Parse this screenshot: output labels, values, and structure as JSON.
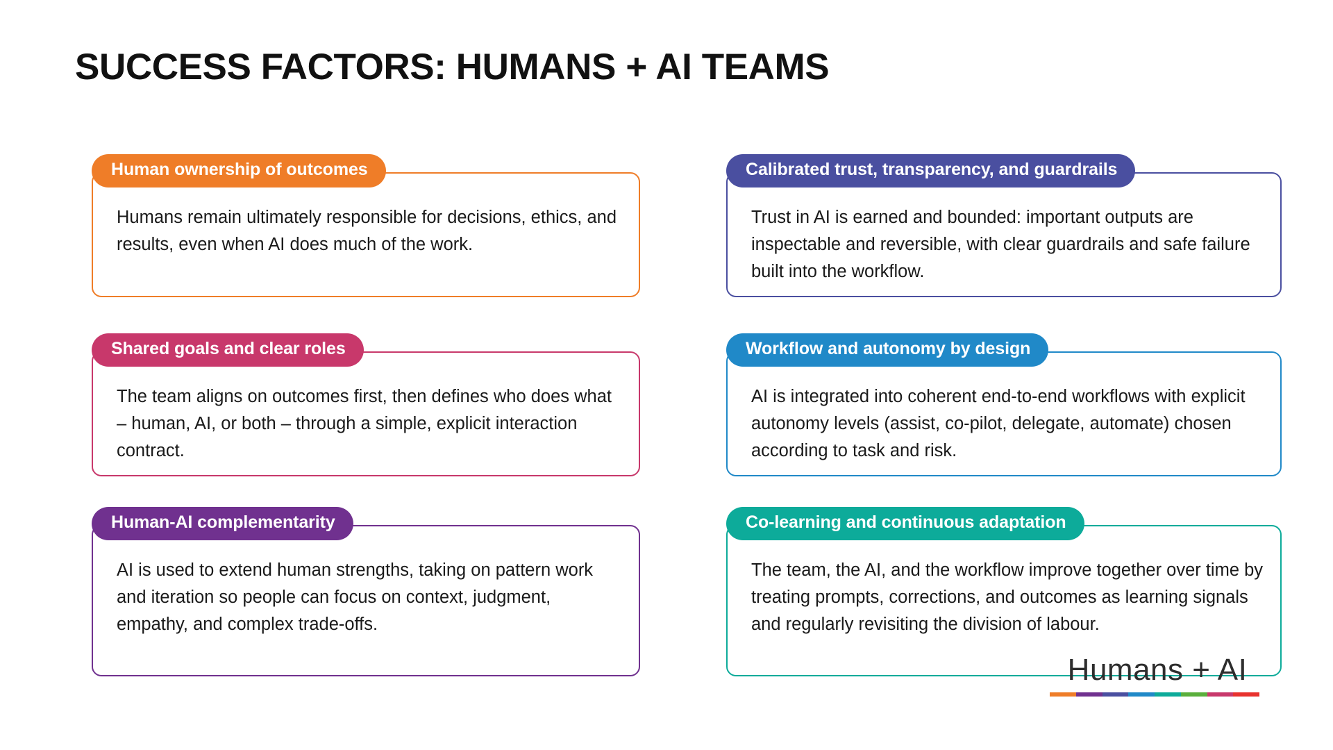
{
  "page": {
    "title": "SUCCESS FACTORS: HUMANS + AI TEAMS",
    "background": "#FFFFFF"
  },
  "cards": [
    {
      "id": "human-ownership-of-outcomes",
      "header": "Human ownership of outcomes",
      "body": "Humans remain ultimately responsible for decisions, ethics, and results, even when AI does much of the work.",
      "color": "#EF7D28",
      "column": "left",
      "row": 1
    },
    {
      "id": "calibrated-trust-transparency-and-guardrails",
      "header": "Calibrated trust, transparency, and guardrails",
      "body": "Trust in AI is earned and bounded: important outputs are inspectable and reversible, with clear guardrails and safe failure built into the workflow.",
      "color": "#4A4FA0",
      "column": "right",
      "row": 1
    },
    {
      "id": "shared-goals-and-clear-roles",
      "header": "Shared goals and clear roles",
      "body": "The team aligns on outcomes first, then defines who does what – human, AI, or both – through a simple, explicit interaction contract.",
      "color": "#C8386B",
      "column": "left",
      "row": 2
    },
    {
      "id": "workflow-and-autonomy-by-design",
      "header": "Workflow and autonomy by design",
      "body": "AI is integrated into coherent end-to-end workflows with explicit autonomy levels (assist, co-pilot, delegate, automate) chosen according to task and risk.",
      "color": "#2089C8",
      "column": "right",
      "row": 2
    },
    {
      "id": "human-ai-complementarity",
      "header": "Human-AI complementarity",
      "body": "AI is used to extend human strengths, taking on pattern work and iteration so people can focus on context, judgment, empathy, and complex trade-offs.",
      "color": "#70318F",
      "column": "left",
      "row": 3
    },
    {
      "id": "co-learning-and-continuous-adaptation",
      "header": "Co-learning and continuous adaptation",
      "body": "The team, the AI, and the workflow improve together over time by treating prompts, corrections, and outcomes as learning signals and regularly revisiting the division of labour.",
      "color": "#0DAB9A",
      "column": "right",
      "row": 3
    }
  ],
  "logo": {
    "wordmark": "Humans + AI",
    "bar_colors": [
      "#EF7D28",
      "#70318F",
      "#4A4FA0",
      "#2089C8",
      "#0DAB9A",
      "#5AAF3C",
      "#C8386B",
      "#E8322E"
    ]
  }
}
